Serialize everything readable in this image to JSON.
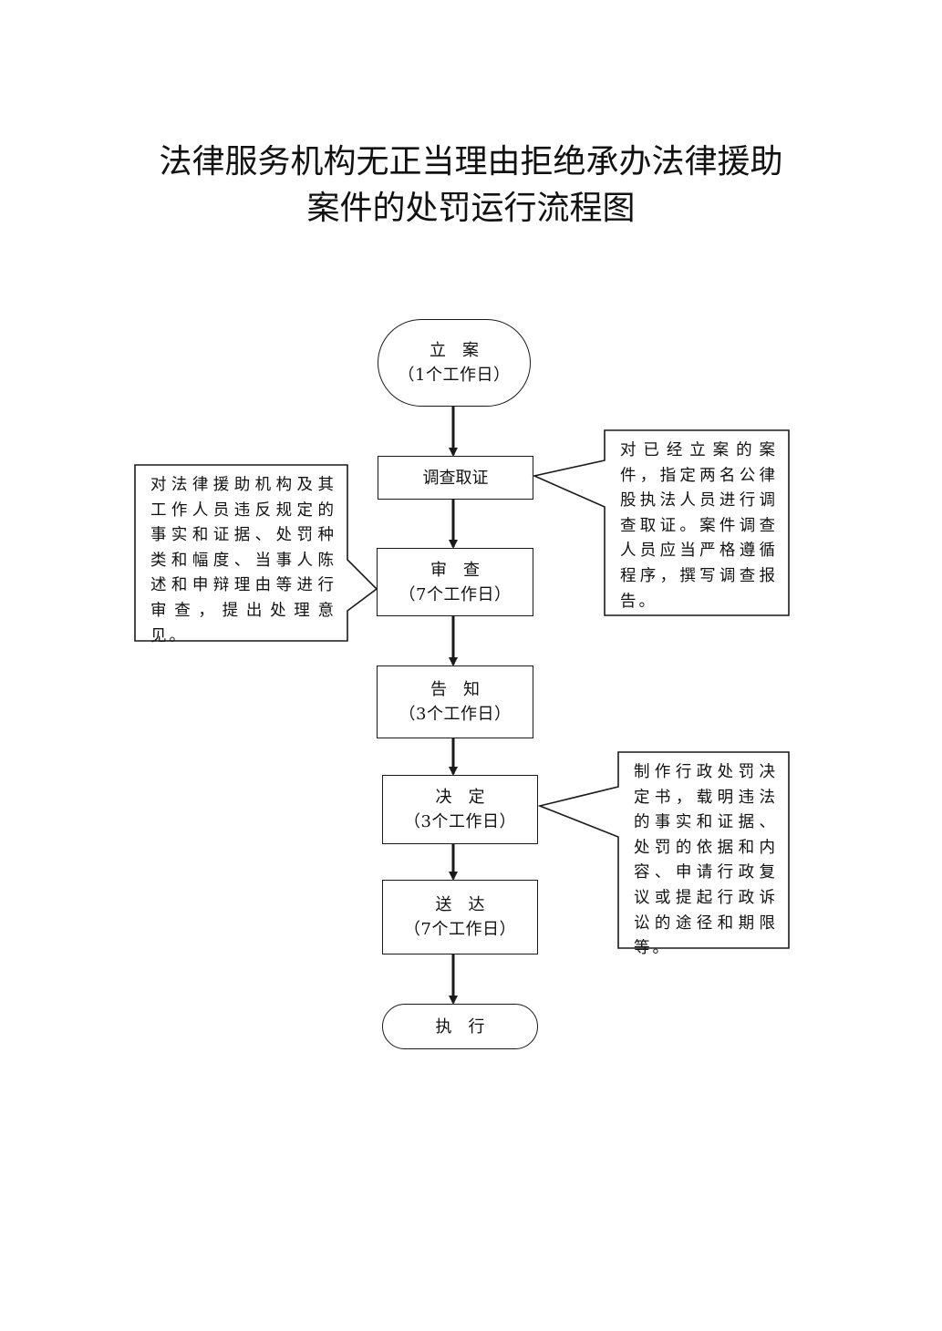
{
  "title": {
    "line1": "法律服务机构无正当理由拒绝承办法律援助",
    "line2": "案件的处罚运行流程图"
  },
  "steps": [
    {
      "name": "立　案",
      "duration": "（1个工作日）"
    },
    {
      "name": "调查取证",
      "duration": ""
    },
    {
      "name": "审　查",
      "duration": "（7个工作日）"
    },
    {
      "name": "告　知",
      "duration": "（3个工作日）"
    },
    {
      "name": "决　定",
      "duration": "（3个工作日）"
    },
    {
      "name": "送　达",
      "duration": "（7个工作日）"
    },
    {
      "name": "执　行",
      "duration": ""
    }
  ],
  "notes": {
    "investigation": "对已经立案的案件，指定两名公律股执法人员进行调查取证。案件调查人员应当严格遵循程序，撰写调查报告。",
    "review": "对法律援助机构及其工作人员违反规定的事实和证据、处罚种类和幅度、当事人陈述和申辩理由等进行审查，提出处理意见。",
    "decision": "制作行政处罚决定书，载明违法的事实和证据、处罚的依据和内容、申请行政复议或提起行政诉讼的途径和期限等。"
  }
}
